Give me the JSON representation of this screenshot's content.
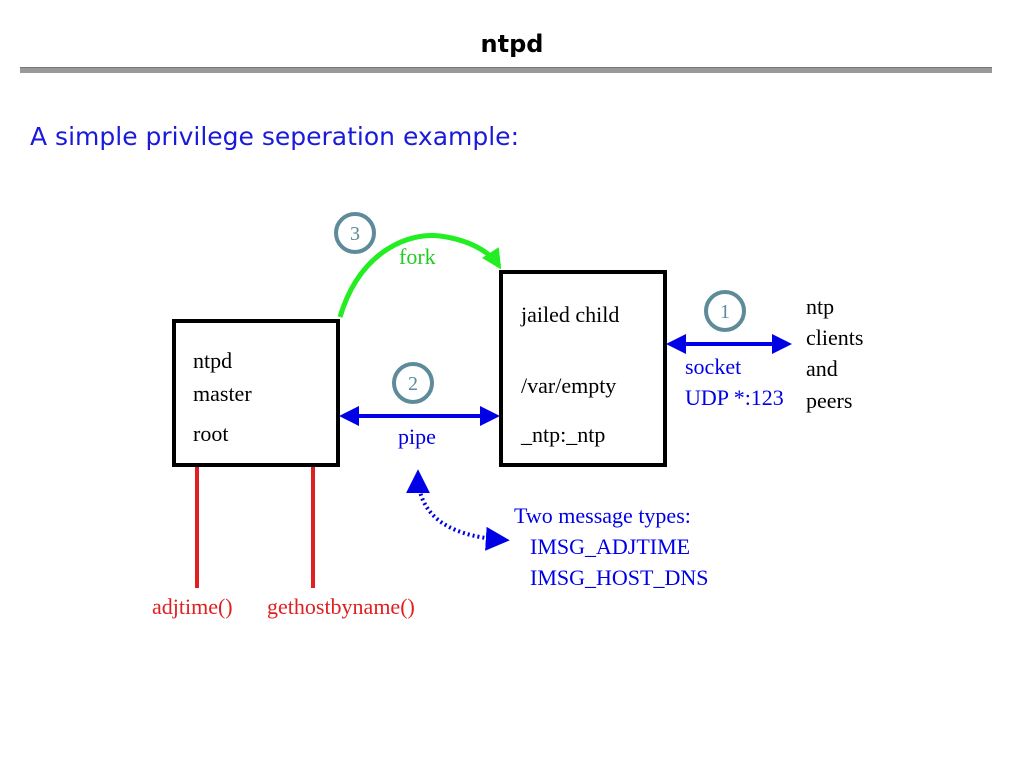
{
  "title": "ntpd",
  "subtitle": "A simple privilege seperation example:",
  "colors": {
    "arrow_blue": "#0000e6",
    "fork_green": "#22ee22",
    "call_red": "#e02020",
    "badge": "#5d8b99"
  },
  "master_box": {
    "line1": "ntpd",
    "line2": "master",
    "line3": "root"
  },
  "child_box": {
    "line1": "jailed child",
    "line2": "/var/empty",
    "line3": "_ntp:_ntp"
  },
  "badges": {
    "one": "1",
    "two": "2",
    "three": "3"
  },
  "edges": {
    "fork": "fork",
    "pipe": "pipe",
    "socket_l1": "socket",
    "socket_l2": "UDP *:123"
  },
  "peers": {
    "l1": "ntp",
    "l2": "clients",
    "l3": "and",
    "l4": "peers"
  },
  "messages": {
    "heading": "Two message types:",
    "type1": "IMSG_ADJTIME",
    "type2": "IMSG_HOST_DNS"
  },
  "calls": {
    "adjtime": "adjtime()",
    "gethostbyname": "gethostbyname()"
  }
}
